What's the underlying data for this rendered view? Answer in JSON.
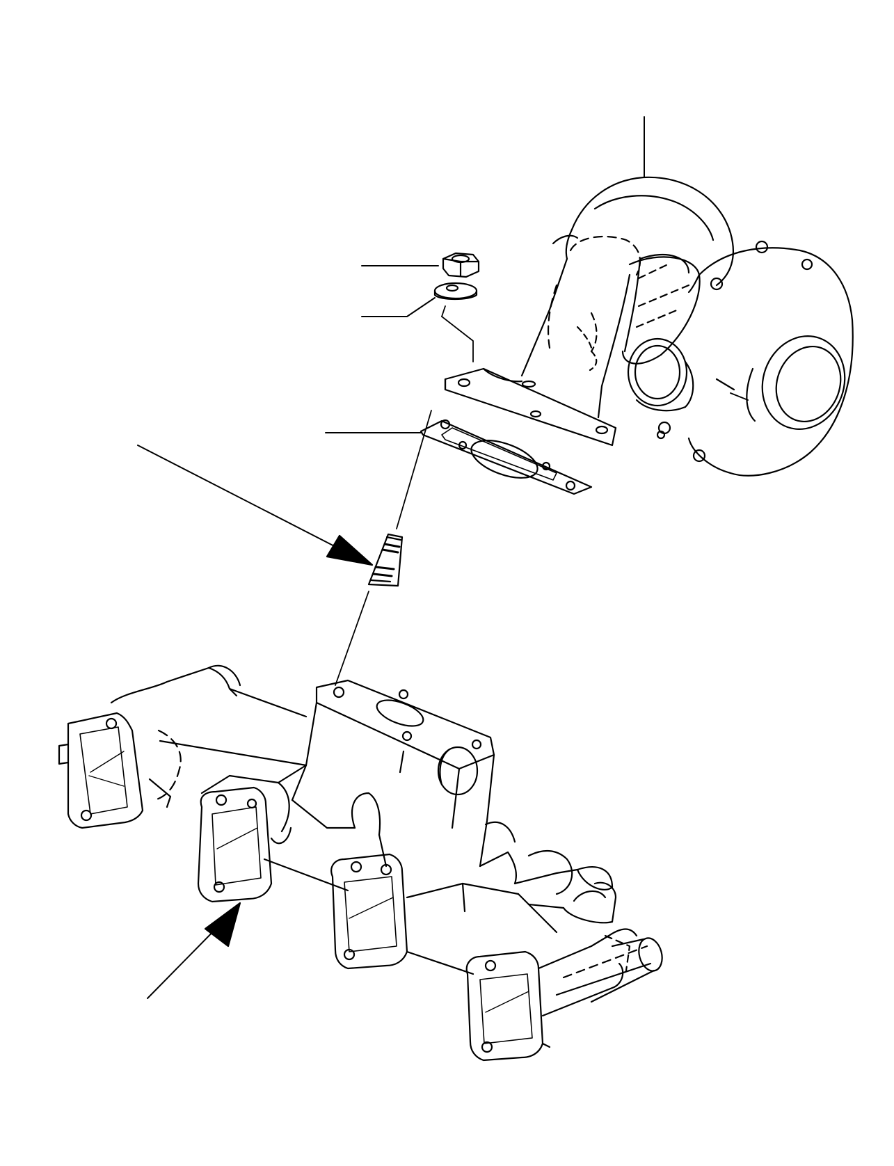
{
  "diagram": {
    "type": "exploded-parts-view",
    "line_color": "#000000",
    "background": "#ffffff",
    "parts": [
      {
        "id": "turbocharger",
        "icon": "turbocharger-icon"
      },
      {
        "id": "nut",
        "icon": "hex-nut-icon"
      },
      {
        "id": "washer",
        "icon": "washer-icon"
      },
      {
        "id": "gasket",
        "icon": "gasket-icon"
      },
      {
        "id": "stud",
        "icon": "stud-icon"
      },
      {
        "id": "exhaust-manifold",
        "icon": "exhaust-manifold-icon"
      }
    ],
    "callouts": [
      {
        "id": "leader-turbocharger",
        "style": "line"
      },
      {
        "id": "leader-nut",
        "style": "line"
      },
      {
        "id": "leader-washer",
        "style": "line"
      },
      {
        "id": "leader-gasket",
        "style": "line"
      },
      {
        "id": "arrow-stud",
        "style": "arrow"
      },
      {
        "id": "arrow-manifold",
        "style": "arrow"
      }
    ]
  }
}
